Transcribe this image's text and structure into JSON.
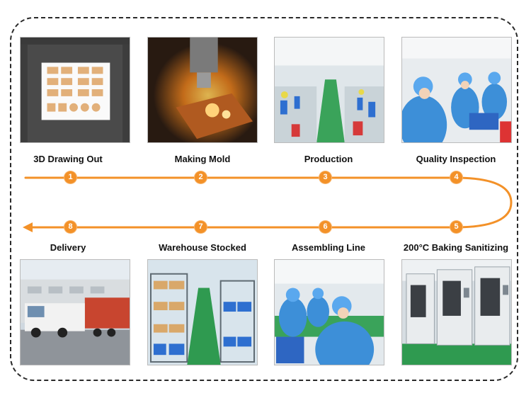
{
  "colors": {
    "flow": "#f39128",
    "frame": "#2a2a2a"
  },
  "steps": [
    {
      "number": "1",
      "label": "3D Drawing Out"
    },
    {
      "number": "2",
      "label": "Making Mold"
    },
    {
      "number": "3",
      "label": "Production"
    },
    {
      "number": "4",
      "label": "Quality Inspection"
    },
    {
      "number": "5",
      "label": "200°C Baking Sanitizing"
    },
    {
      "number": "6",
      "label": "Assembling Line"
    },
    {
      "number": "7",
      "label": "Warehouse Stocked"
    },
    {
      "number": "8",
      "label": "Delivery"
    }
  ]
}
